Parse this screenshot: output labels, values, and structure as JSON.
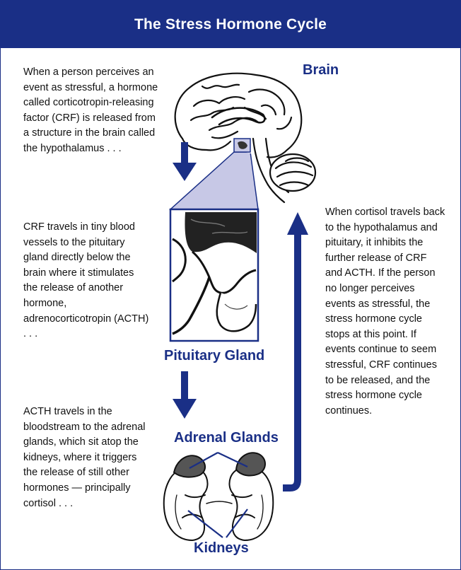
{
  "title": "The Stress Hormone Cycle",
  "labels": {
    "brain": "Brain",
    "pituitary": "Pituitary Gland",
    "adrenal": "Adrenal Glands",
    "kidneys": "Kidneys"
  },
  "steps": {
    "step1": "When a person perceives an event as stressful, a hormone called corticotropin-releasing factor (CRF) is released from a structure in the brain called the hypothalamus . . .",
    "step2": "CRF travels in tiny blood vessels to the pituitary gland directly below the brain where it stimulates the release of another hormone, adrenocorticotropin (ACTH) . . .",
    "step3": "ACTH travels in the bloodstream to the adrenal glands, which sit atop the kidneys, where it triggers the release of still other hormones — principally cortisol . . .",
    "feedback": "When cortisol travels back to the hypothalamus and pituitary, it inhibits the further release of CRF and ACTH. If the person no longer perceives events as stressful, the stress hormone cycle stops at this point. If events continue to seem stressful, CRF continues to be released, and the stress hormone cycle continues."
  },
  "colors": {
    "navy": "#1a2f86",
    "zoom_fill": "#c7c8e6",
    "text": "#111111"
  },
  "icons": [
    "brain-illustration",
    "pituitary-closeup",
    "kidneys-illustration",
    "arrow-down-icon",
    "arrow-up-icon"
  ]
}
